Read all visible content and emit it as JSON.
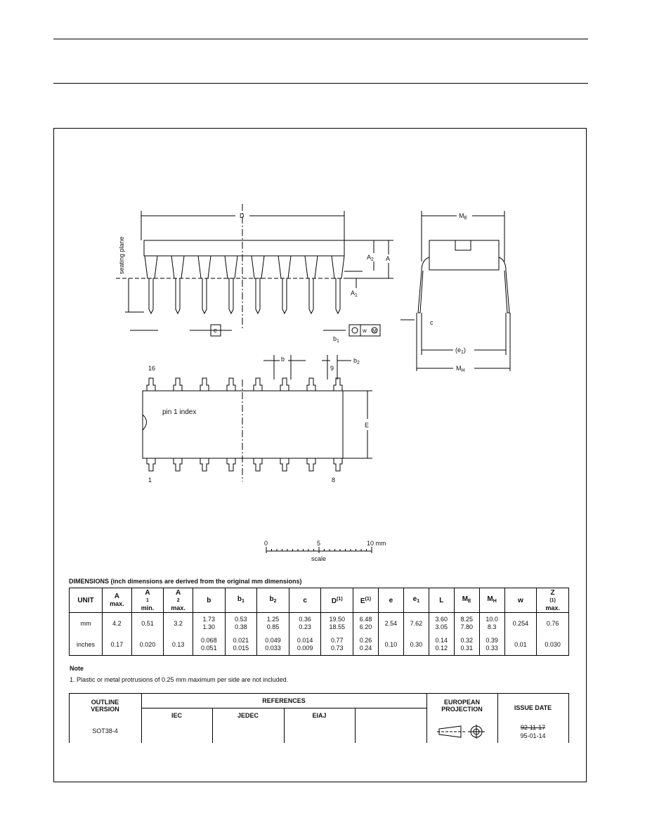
{
  "drawing": {
    "label_D": "D",
    "label_A2": "A",
    "label_A2_sub": "2",
    "label_A": "A",
    "label_A1": "A",
    "label_A1_sub": "1",
    "label_seating": "seating plane",
    "label_e": "e",
    "label_b1": "b",
    "label_b1_sub": "1",
    "label_w": "w",
    "label_M": "M",
    "label_ME": "M",
    "label_ME_sub": "E",
    "label_c": "c",
    "label_e1": "(e",
    "label_e1_sub": "1",
    "label_e1_close": ")",
    "label_MH": "M",
    "label_MH_sub": "H",
    "label_b": "b",
    "label_b2": "b",
    "label_b2_sub": "2",
    "label_pin16": "16",
    "label_pin9": "9",
    "label_pin1": "1",
    "label_pin8": "8",
    "label_pin1_index": "pin 1 index",
    "label_E": "E",
    "scale_0": "0",
    "scale_5": "5",
    "scale_10": "10 mm",
    "scale_label": "scale"
  },
  "dimensions_title": "DIMENSIONS (inch dimensions are derived from the original mm dimensions)",
  "dims": {
    "h_unit": "UNIT",
    "h_A": "A",
    "h_A_sub": "max.",
    "h_A1": "A",
    "h_A1_s": "1",
    "h_A1_sub": "min.",
    "h_A2": "A",
    "h_A2_s": "2",
    "h_A2_sub": "max.",
    "h_b": "b",
    "h_b1": "b",
    "h_b1_s": "1",
    "h_b2": "b",
    "h_b2_s": "2",
    "h_c": "c",
    "h_D": "D",
    "h_D_sup": "(1)",
    "h_E": "E",
    "h_E_sup": "(1)",
    "h_e": "e",
    "h_e1": "e",
    "h_e1_s": "1",
    "h_L": "L",
    "h_ME": "M",
    "h_ME_s": "E",
    "h_MH": "M",
    "h_MH_s": "H",
    "h_w": "w",
    "h_Z": "Z",
    "h_Z_sup": "(1)",
    "h_Z_sub": "max.",
    "mm": {
      "unit": "mm",
      "A": "4.2",
      "A1": "0.51",
      "A2": "3.2",
      "b_1": "1.73",
      "b_2": "1.30",
      "b1_1": "0.53",
      "b1_2": "0.38",
      "b2_1": "1.25",
      "b2_2": "0.85",
      "c_1": "0.36",
      "c_2": "0.23",
      "D_1": "19.50",
      "D_2": "18.55",
      "E_1": "6.48",
      "E_2": "6.20",
      "e": "2.54",
      "e1": "7.62",
      "L_1": "3.60",
      "L_2": "3.05",
      "ME_1": "8.25",
      "ME_2": "7.80",
      "MH_1": "10.0",
      "MH_2": "8.3",
      "w": "0.254",
      "Z": "0.76"
    },
    "inches": {
      "unit": "inches",
      "A": "0.17",
      "A1": "0.020",
      "A2": "0.13",
      "b_1": "0.068",
      "b_2": "0.051",
      "b1_1": "0.021",
      "b1_2": "0.015",
      "b2_1": "0.049",
      "b2_2": "0.033",
      "c_1": "0.014",
      "c_2": "0.009",
      "D_1": "0.77",
      "D_2": "0.73",
      "E_1": "0.26",
      "E_2": "0.24",
      "e": "0.10",
      "e1": "0.30",
      "L_1": "0.14",
      "L_2": "0.12",
      "ME_1": "0.32",
      "ME_2": "0.31",
      "MH_1": "0.39",
      "MH_2": "0.33",
      "w": "0.01",
      "Z": "0.030"
    }
  },
  "note": {
    "heading": "Note",
    "text": "1. Plastic or metal protrusions of 0.25 mm maximum per side are not included."
  },
  "references": {
    "outline_version_1": "OUTLINE",
    "outline_version_2": "VERSION",
    "references": "REFERENCES",
    "iec": "IEC",
    "jedec": "JEDEC",
    "eiaj": "EIAJ",
    "european_1": "EUROPEAN",
    "european_2": "PROJECTION",
    "issue_date": "ISSUE DATE",
    "version_value": "SOT38-4",
    "date_old": "92-11-17",
    "date_new": "95-01-14"
  }
}
